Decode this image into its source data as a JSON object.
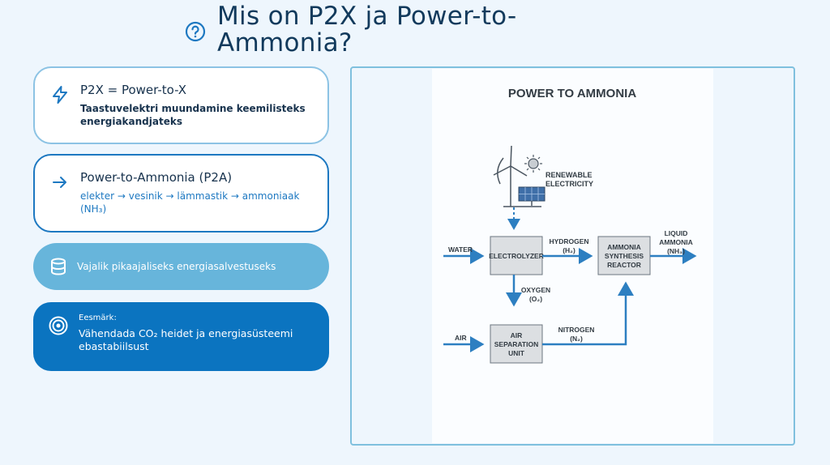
{
  "title": "Mis on P2X ja Power-to-Ammonia?",
  "title_icon": "question-circle-icon",
  "colors": {
    "background": "#eef6fd",
    "title": "#123a5c",
    "accent": "#1d78c1",
    "light_card": "#67b5db",
    "dark_card": "#0b74c0"
  },
  "cards": [
    {
      "icon": "lightning-icon",
      "heading": "P2X = Power-to-X",
      "text": "Taastuvelektri muundamine keemilisteks energiakandjateks"
    },
    {
      "icon": "arrow-right-icon",
      "heading": "Power-to-Ammonia (P2A)",
      "text": "elekter → vesinik → lämmastik → ammoniaak (NH₃)"
    },
    {
      "icon": "database-icon",
      "text": "Vajalik pikaajaliseks energiasalvestuseks"
    },
    {
      "icon": "target-icon",
      "label": "Eesmärk:",
      "text": "Vähendada CO₂ heidet ja energiasüsteemi ebastabiilsust"
    }
  ],
  "diagram": {
    "title": "POWER TO AMMONIA",
    "source_label_1": "RENEWABLE",
    "source_label_2": "ELECTRICITY",
    "water": "WATER",
    "air": "AIR",
    "electrolyzer": "ELECTROLYZER",
    "reactor_1": "AMMONIA",
    "reactor_2": "SYNTHESIS",
    "reactor_3": "REACTOR",
    "asu_1": "AIR",
    "asu_2": "SEPARATION",
    "asu_3": "UNIT",
    "hydrogen_1": "HYDROGEN",
    "hydrogen_2": "(H₂)",
    "oxygen_1": "OXYGEN",
    "oxygen_2": "(O₂)",
    "nitrogen_1": "NITROGEN",
    "nitrogen_2": "(N₂)",
    "output_1": "LIQUID",
    "output_2": "AMMONIA",
    "output_3": "(NH₃)"
  }
}
